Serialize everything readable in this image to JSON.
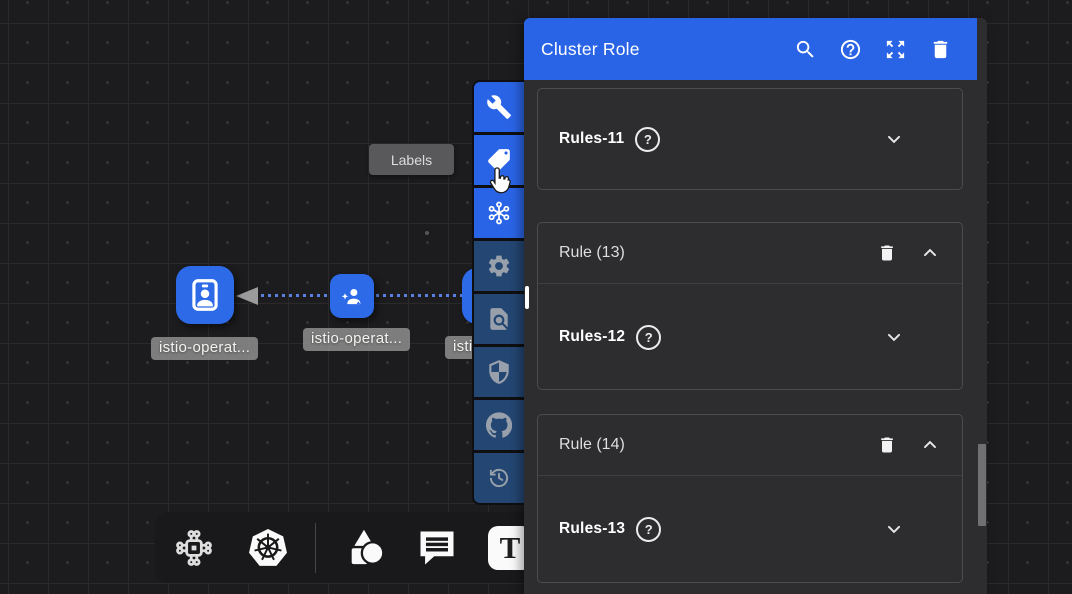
{
  "colors": {
    "accent_blue": "#2a64e6",
    "canvas_bg": "#1c1c1e",
    "panel_bg": "#2d2d2f",
    "disabled_button": "#234672",
    "edge_dots": "#5b7fe0"
  },
  "canvas": {
    "tooltip_label": "Labels",
    "nodes": [
      {
        "id": "cluster-role-node",
        "icon": "id-badge-icon",
        "label": "istio-operat..."
      },
      {
        "id": "service-account-node",
        "icon": "service-account-icon",
        "label": "istio-operat..."
      },
      {
        "id": "partially-hidden-node",
        "icon": "hidden",
        "label": "istio-operat..."
      }
    ]
  },
  "left_toolbar": {
    "buttons": [
      {
        "icon": "wrench-icon",
        "state": "active"
      },
      {
        "icon": "tag-icon",
        "state": "active-hovered"
      },
      {
        "icon": "hub-icon",
        "state": "active"
      },
      {
        "icon": "gear-icon",
        "state": "disabled"
      },
      {
        "icon": "doc-search-icon",
        "state": "disabled"
      },
      {
        "icon": "shield-icon",
        "state": "disabled"
      },
      {
        "icon": "github-icon",
        "state": "disabled"
      },
      {
        "icon": "history-icon",
        "state": "disabled"
      }
    ]
  },
  "bottom_toolbar": {
    "icons": [
      "circuit-icon",
      "kubernetes-icon",
      "shapes-icon",
      "comment-icon",
      "text-tool-icon"
    ],
    "text_tool_glyph": "T"
  },
  "panel": {
    "title": "Cluster Role",
    "header_icons": [
      "search-icon",
      "help-icon",
      "expand-icon",
      "trash-icon"
    ],
    "sections": [
      {
        "field_label": "Rules-11",
        "collapsed": true
      },
      {
        "title": "Rule (13)",
        "field_label": "Rules-12",
        "expanded": true
      },
      {
        "title": "Rule (14)",
        "field_label": "Rules-13",
        "expanded": true
      }
    ]
  }
}
